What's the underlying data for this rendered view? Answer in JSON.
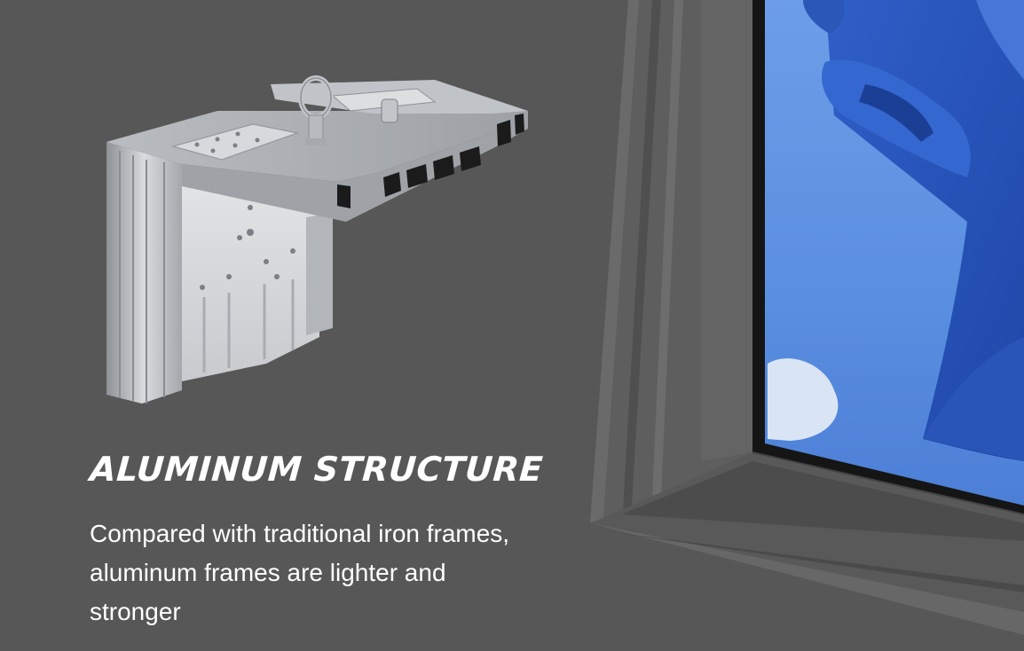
{
  "feature": {
    "title": "ALUMINUM STRUCTURE",
    "description_lines": [
      "Compared with traditional iron frames,",
      "aluminum frames are lighter and",
      "stronger"
    ]
  },
  "illustrations": {
    "left": "aluminum-profile-cross-section",
    "right": "framed-display-corner-with-photo"
  },
  "colors": {
    "background": "#575757",
    "frame": "#5c5c5c",
    "aluminum": "#c9ccd0",
    "screen_blue": "#5f8fe0",
    "text": "#ffffff"
  }
}
